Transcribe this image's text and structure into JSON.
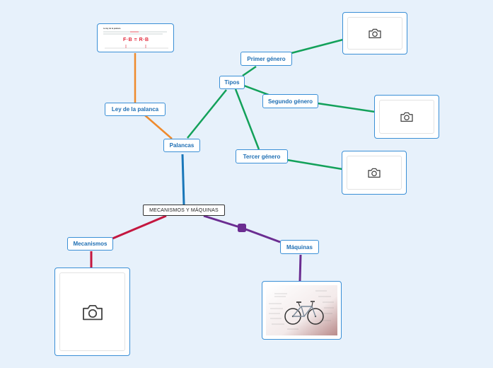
{
  "central": {
    "label": "MECANISMOS Y MÁQUINAS"
  },
  "nodes": {
    "palancas": "Palancas",
    "ley": "Ley de la palanca",
    "tipos": "Tipos",
    "primer": "Primer género",
    "segundo": "Segundo género",
    "tercer": "Tercer género",
    "mecanismos": "Mecanismos",
    "maquinas": "Máquinas"
  },
  "ley_card": {
    "heading": "La ley de la palanca",
    "formula": "F·B = R·B"
  },
  "icons": {
    "placeholder": "camera-icon"
  },
  "colors": {
    "background": "#e7f1fb",
    "node_border": "#3a8fd6",
    "node_text": "#1f6fb4",
    "line_palancas": "#1a77b9",
    "line_ley": "#ef8a2c",
    "line_tipos": "#13a15a",
    "line_mecanismos": "#c4173f",
    "line_maquinas": "#6b2d91"
  }
}
